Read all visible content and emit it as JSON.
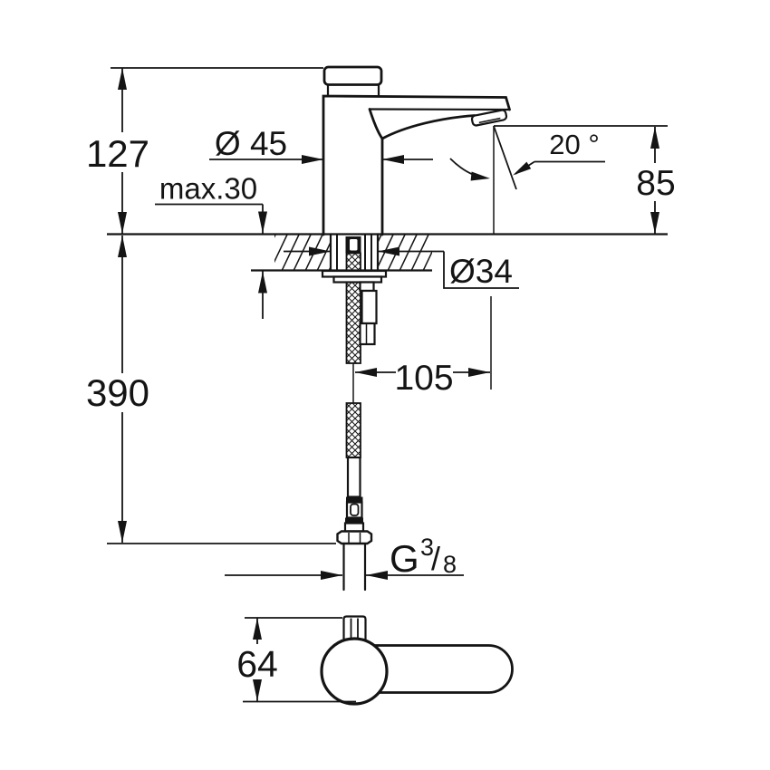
{
  "drawing_type": "faucet-installation-dimension-drawing",
  "colors": {
    "line": "#141414",
    "background": "#ffffff"
  },
  "labels": {
    "overall_height": "127",
    "max_deck_thickness": "max.30",
    "body_diameter": "Ø 45",
    "spray_angle": "20 °",
    "outlet_height": "85",
    "hole_diameter": "Ø34",
    "spout_reach": "105",
    "hose_length": "390",
    "thread_g": "G",
    "thread_num": "3",
    "thread_slash": "/",
    "thread_den": "8",
    "handle_width": "64"
  }
}
